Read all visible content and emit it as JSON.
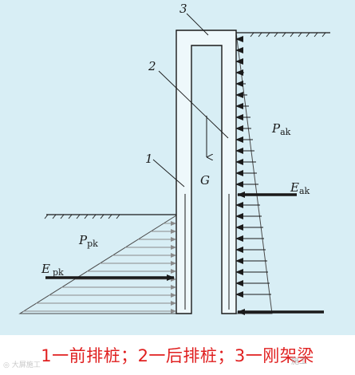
{
  "labels": {
    "front_pile_number": "1",
    "rear_pile_number": "2",
    "frame_beam_number": "3",
    "gravity": "G",
    "active_pressure": {
      "main": "P",
      "sub": "ak"
    },
    "active_resultant": {
      "main": "E",
      "sub": "ak"
    },
    "passive_pressure": {
      "main": "P",
      "sub": "pk"
    },
    "passive_resultant": {
      "main": "E",
      "sub": "pk"
    }
  },
  "caption": "1一前排桩；2一后排桩；3一刚架梁",
  "watermark": {
    "left": "◎ 大屏施工",
    "right": "施工"
  },
  "colors": {
    "background": "#d8eef5",
    "line": "#1a1a1a",
    "caption": "#e02020",
    "arrow_light": "#8a8a8a"
  }
}
